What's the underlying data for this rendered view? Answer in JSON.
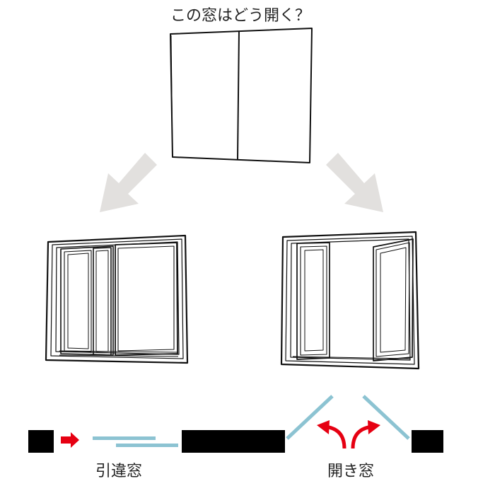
{
  "title": "この窓はどう開く？",
  "options": [
    {
      "name": "引違窓"
    },
    {
      "name": "開き窓"
    }
  ],
  "colors": {
    "arrow": "#e2e0de",
    "wall": "#000000",
    "glass": "#8cc3d2",
    "red_arrow": "#e60012",
    "line": "#111111"
  }
}
